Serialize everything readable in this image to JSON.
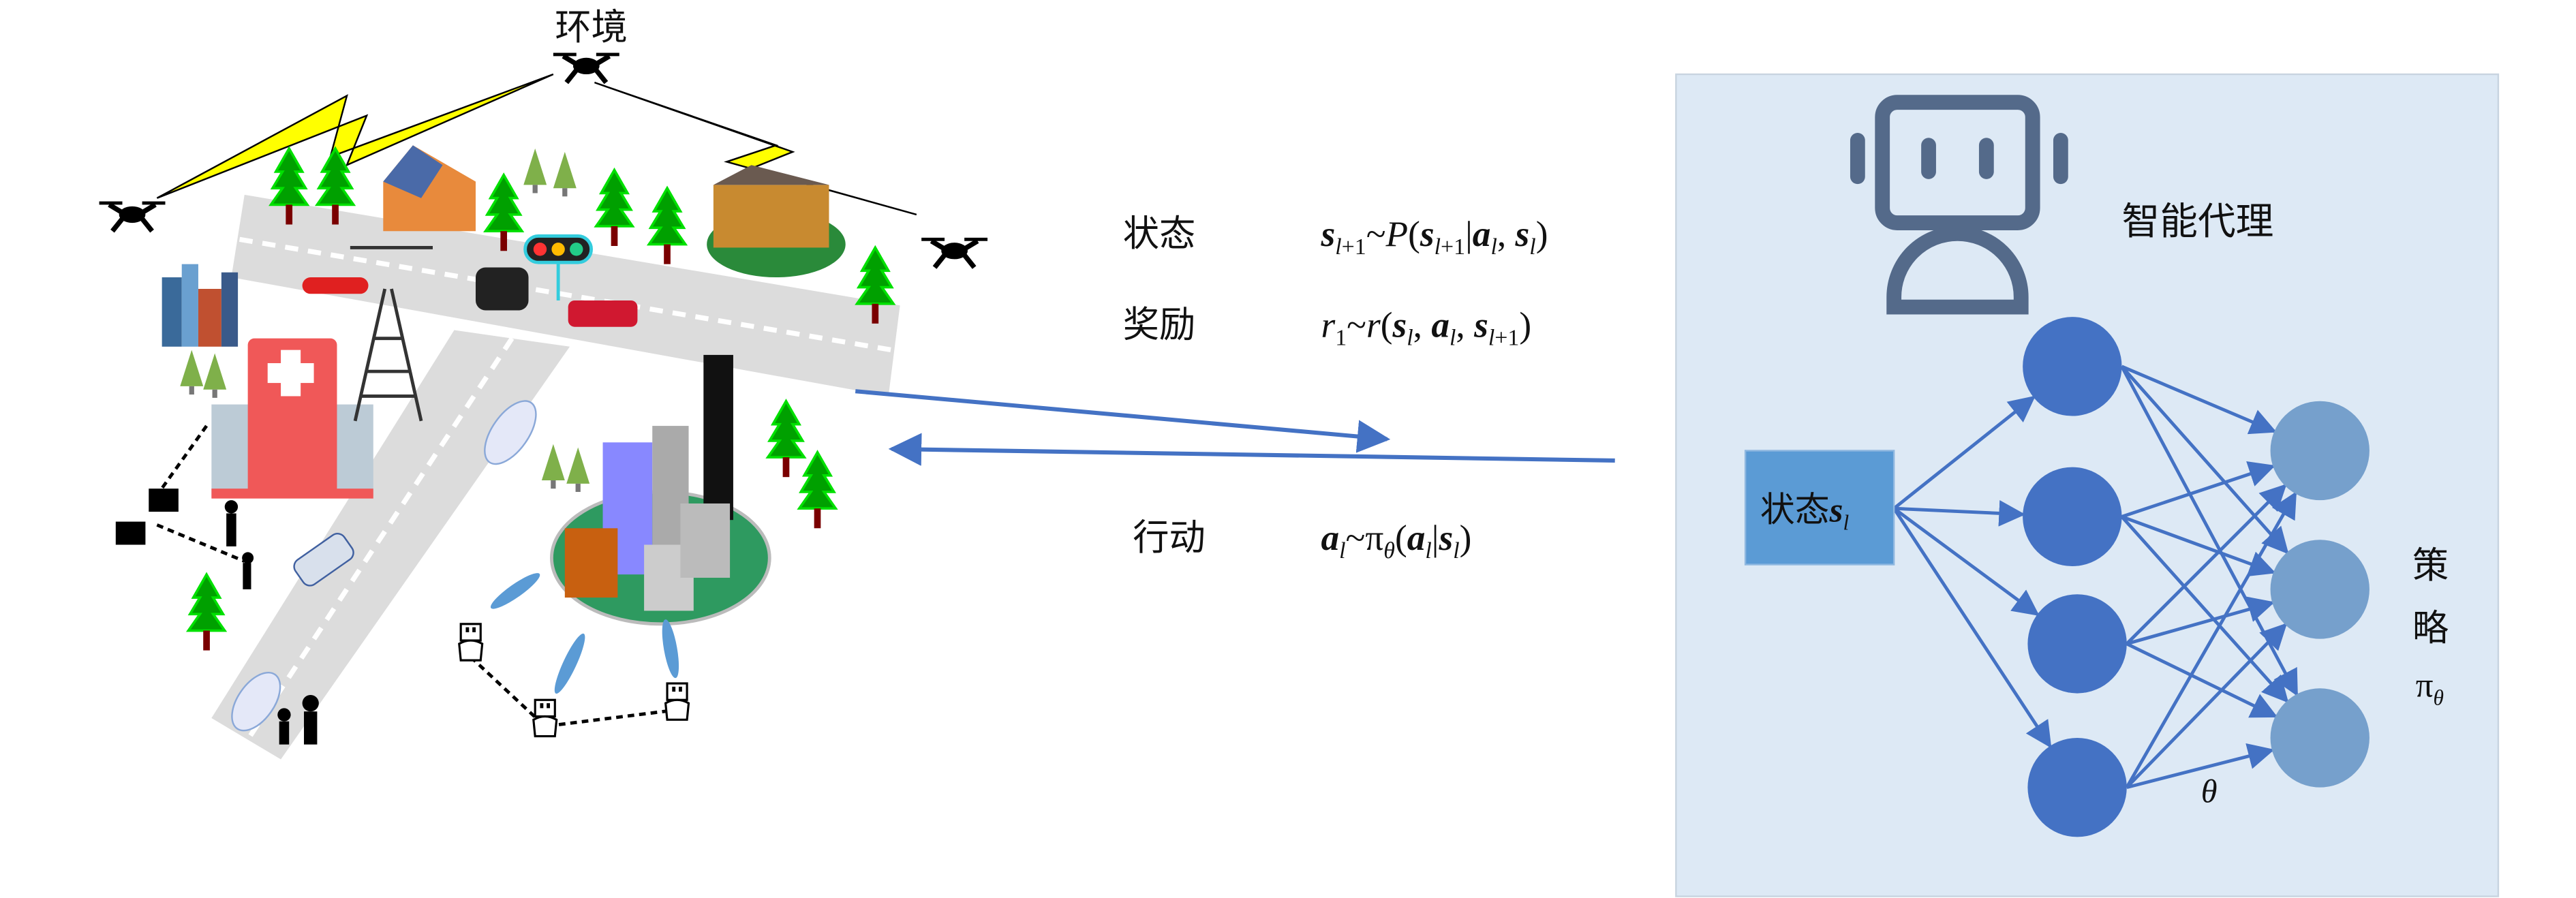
{
  "environment": {
    "label": "环境"
  },
  "agent": {
    "label": "智能代理",
    "input_label": "状态",
    "input_symbol": "s",
    "input_sub": "l"
  },
  "policy": {
    "label_line1": "策",
    "label_line2": "略",
    "symbol": "π",
    "symbol_sub": "θ",
    "weight_label": "θ"
  },
  "transitions": {
    "state": {
      "label": "状态",
      "formula": "s_{l+1}~P(s_{l+1}|a_l, s_l)"
    },
    "reward": {
      "label": "奖励",
      "formula": "r_1~r(s_l, a_l, s_{l+1})"
    },
    "action": {
      "label": "行动",
      "formula": "a_l~π_θ(a_l|s_l)"
    }
  },
  "network": {
    "hidden_nodes": 4,
    "output_nodes": 3
  },
  "colors": {
    "panel": "#dde9f5",
    "hidden": "#4472c4",
    "output": "#76a0cc",
    "input_box": "#5b9bd5",
    "arrow": "#4472c4",
    "robot": "#546a8a"
  }
}
